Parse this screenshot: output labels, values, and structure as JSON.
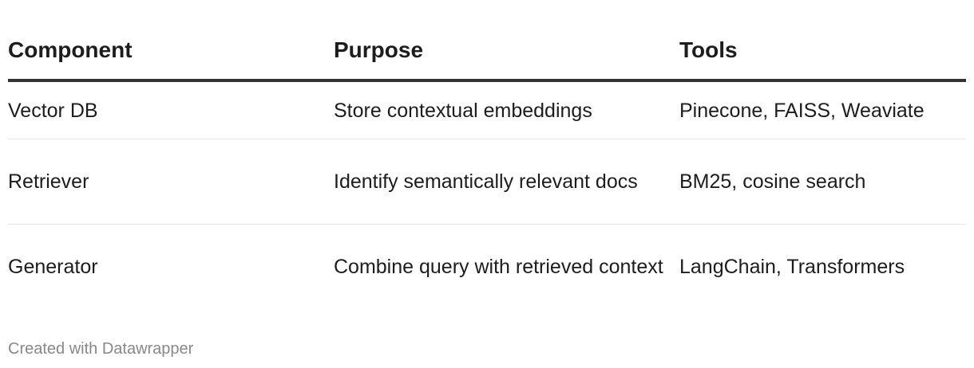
{
  "chart_data": {
    "type": "table",
    "columns": [
      "Component",
      "Purpose",
      "Tools"
    ],
    "rows": [
      [
        "Vector DB",
        "Store contextual embeddings",
        "Pinecone, FAISS, Weaviate"
      ],
      [
        "Retriever",
        "Identify semantically relevant docs",
        "BM25, cosine search"
      ],
      [
        "Generator",
        "Combine query with retrieved context",
        "LangChain, Transformers"
      ]
    ]
  },
  "footer": {
    "credit": "Created with Datawrapper"
  }
}
